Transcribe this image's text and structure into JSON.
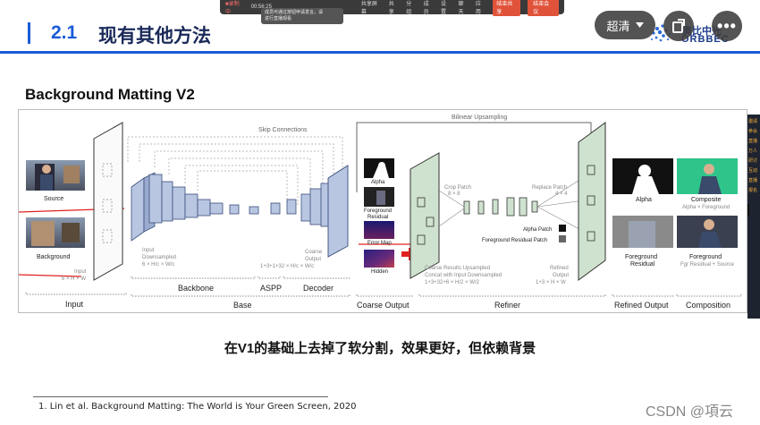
{
  "meeting_bar": {
    "record": "■录制中",
    "timer": "00:56:25",
    "pill_line1": "成员可通过按钮申请发言，请",
    "pill_line2": "进行直播观看",
    "items": [
      "共享屏幕",
      "共享",
      "分组",
      "成员",
      "设置",
      "聊天",
      "应用"
    ],
    "share": "结束共享",
    "end": "结束会议"
  },
  "header": {
    "section_number": "2.1",
    "section_title": "现有其他方法",
    "logo_text": "ORBBEC",
    "logo_cn": "奥比中光"
  },
  "player": {
    "quality": "超清",
    "more": "•••",
    "side_items": [
      "邀请",
      "参会",
      "直播",
      "万人",
      "研讨",
      "互动",
      "直播",
      "报名"
    ],
    "side_handle": "‹"
  },
  "slide": {
    "subtitle": "Background Matting V2",
    "caption": "在V1的基础上去掉了软分割，效果更好，但依赖背景",
    "reference": "1. Lin et al. Background Matting: The World is Your Green Screen, 2020",
    "watermark": "CSDN @項云"
  },
  "figure": {
    "top_labels": {
      "skip": "Skip Connections",
      "bilinear": "Bilinear Upsampling"
    },
    "input": {
      "source": "Source",
      "background": "Background",
      "input_note": "Input",
      "input_dim": "6 × H × W"
    },
    "base": {
      "downsampled_l1": "Input",
      "downsampled_l2": "Downsampled",
      "downsampled_l3": "6 × H/c × W/c",
      "aspp_dim": "1+3+1+32 × H/c × W/c",
      "coarse_l1": "Coarse",
      "coarse_l2": "Output"
    },
    "coarse_outputs": [
      "Alpha",
      "Foreground",
      "Residual",
      "Error Map",
      "Hidden"
    ],
    "refiner": {
      "crop_l1": "Crop Patch",
      "crop_l2": "8 × 8",
      "replace_l1": "Replace Patch",
      "replace_l2": "4 × 4",
      "alpha_patch": "Alpha Patch",
      "fg_patch": "Foreground Residual Patch",
      "coarse_up_l1": "Coarse Results Upsampled",
      "coarse_up_l2": "Concat with Input Downsampled",
      "coarse_up_l3": "1+3+32+6 × H/2 × W/2",
      "refined_l1": "Refined",
      "refined_l2": "Output",
      "refined_l3": "1+3 × H × W"
    },
    "refined_outputs": {
      "alpha": "Alpha",
      "fg_l1": "Foreground",
      "fg_l2": "Residual",
      "composite": "Composite",
      "composite_sub": "Alpha × Foreground",
      "foreground": "Foreground",
      "fg_sub": "Fgr Residual + Source"
    },
    "bottom_labels": [
      "Input",
      "Backbone",
      "ASPP",
      "Decoder",
      "Base",
      "Coarse Output",
      "Refiner",
      "Refined Output",
      "Composition"
    ]
  }
}
